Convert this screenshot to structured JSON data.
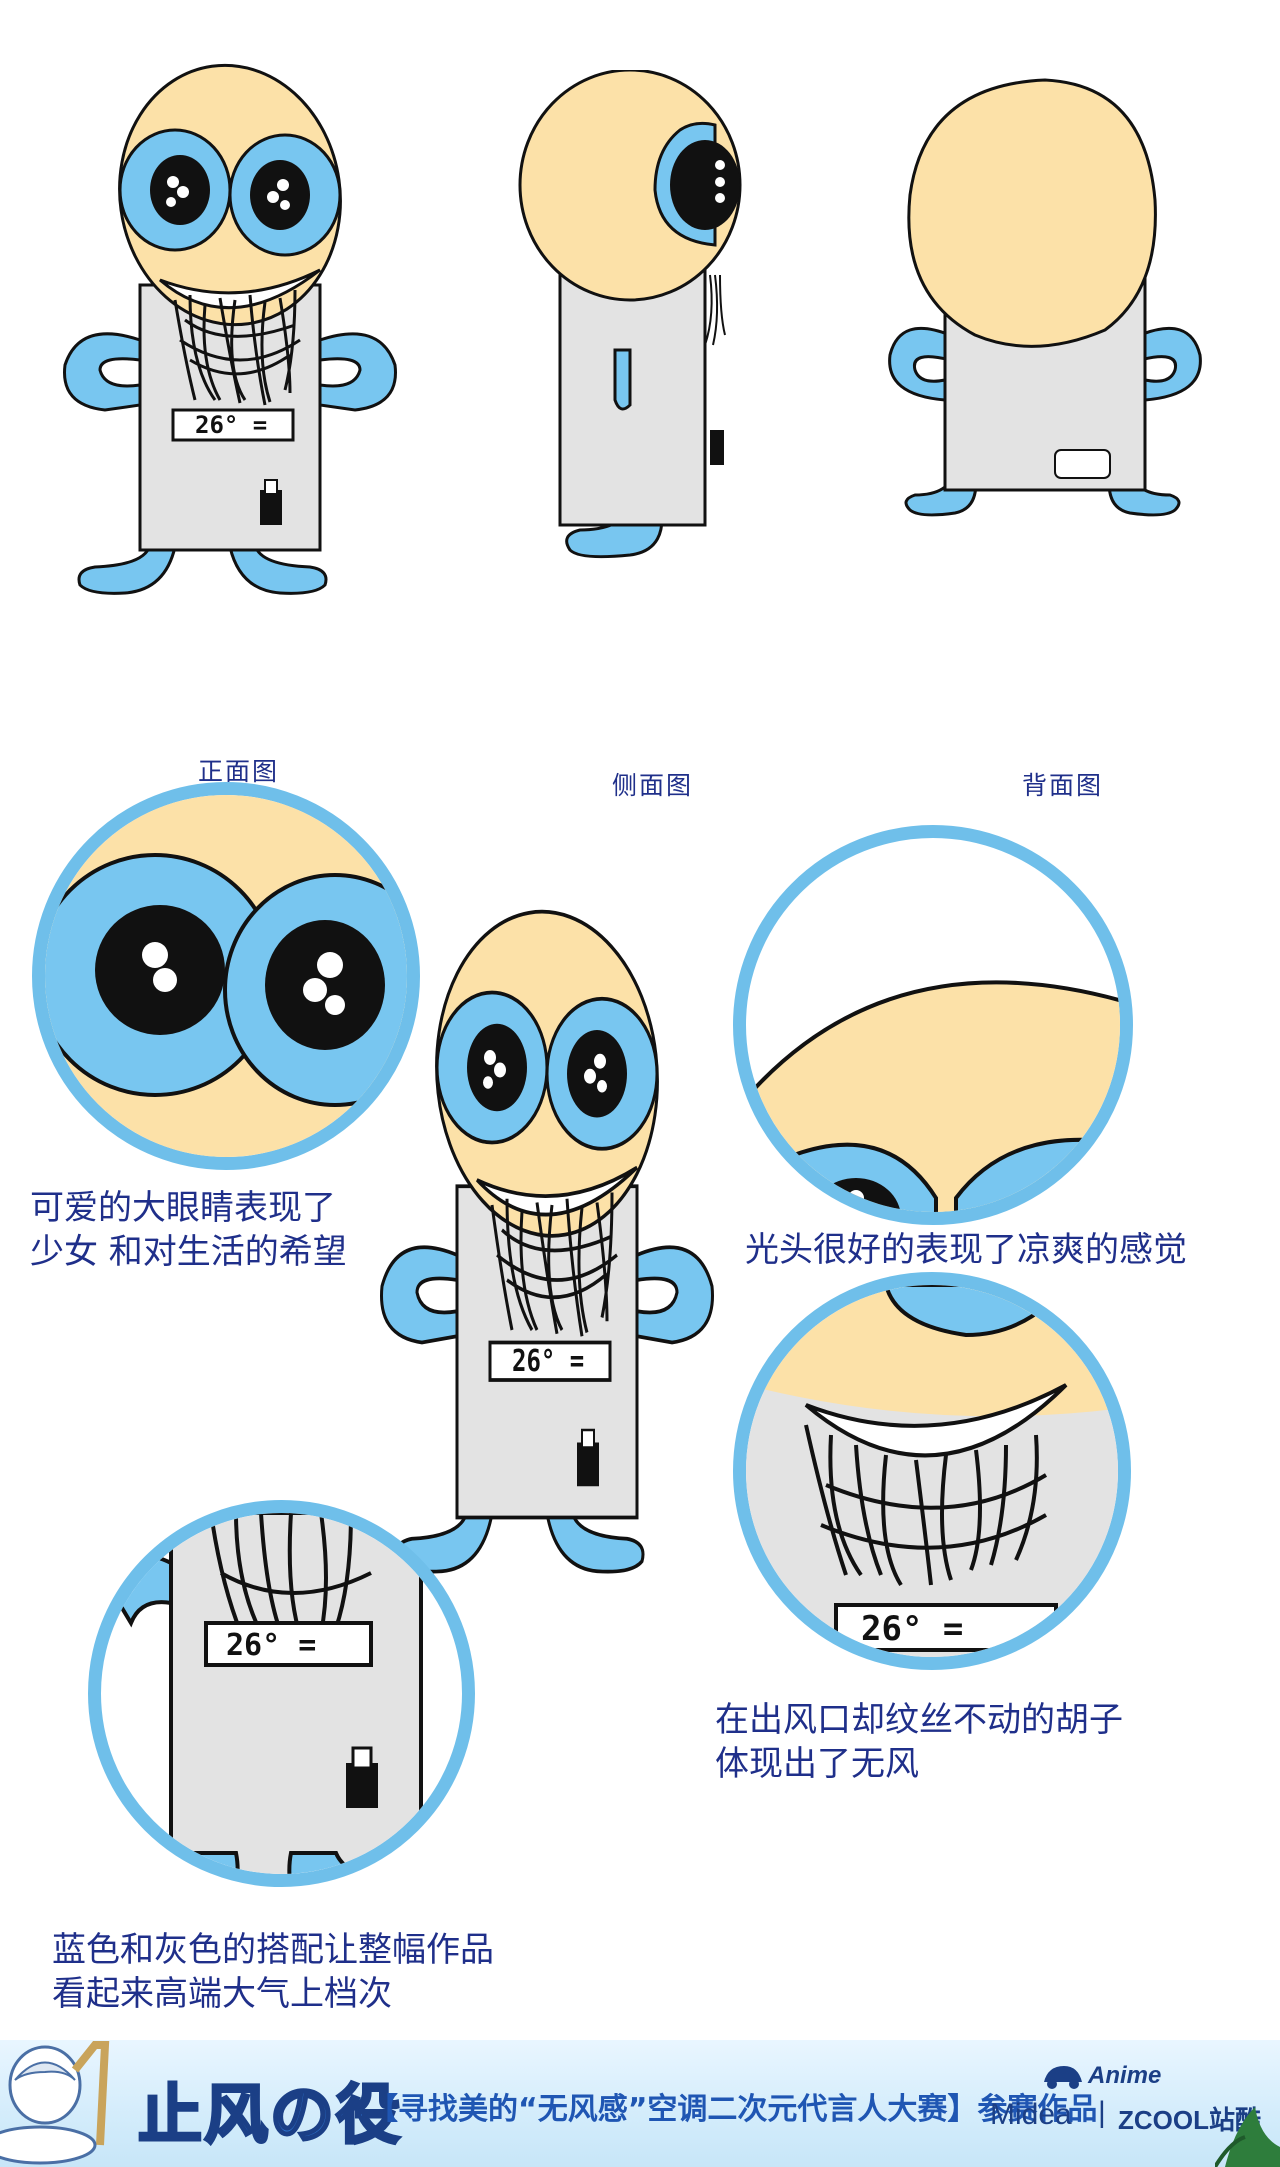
{
  "views": {
    "front_label": "正面图",
    "side_label": "侧面图",
    "back_label": "背面图"
  },
  "panel": {
    "temperature": "26",
    "unit_mark": "°"
  },
  "captions": {
    "eyes_line1": "可爱的大眼睛表现了",
    "eyes_line2": "少女  和对生活的希望",
    "head": "光头很好的表现了凉爽的感觉",
    "beard_line1": "在出风口却纹丝不动的胡子",
    "beard_line2": "体现出了无风",
    "color_line1": "蓝色和灰色的搭配让整幅作品",
    "color_line2": "看起来高端大气上档次"
  },
  "footer": {
    "logo_text": "止风の役",
    "contest": "【寻找美的“无风感”空调二次元代言人大赛】参赛作品",
    "brand_anime": "Anime",
    "brand_midea": "Midea",
    "divider": "|",
    "brand_zcool": "ZCOOL站酷"
  },
  "colors": {
    "skin": "#fce1a8",
    "blue": "#78c6f0",
    "gray": "#e3e3e3",
    "ink": "#111111",
    "text": "#1f2f8a"
  }
}
